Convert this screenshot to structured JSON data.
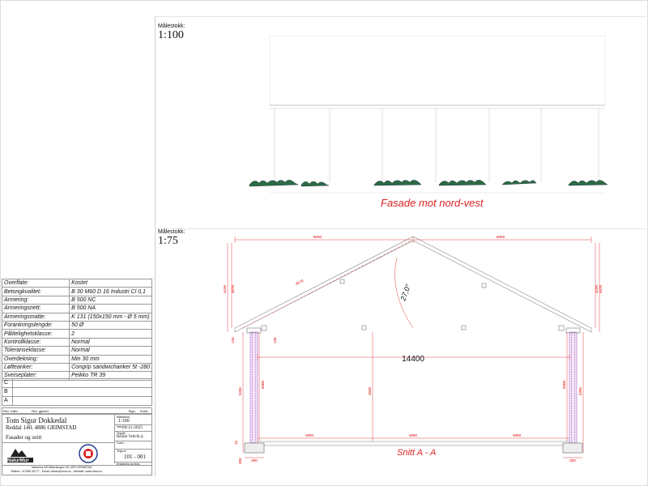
{
  "scales": [
    {
      "label": "Målestokk:",
      "value": "1:100"
    },
    {
      "label": "Målestokk:",
      "value": "1:75"
    }
  ],
  "facade": {
    "title": "Fasade mot nord-vest"
  },
  "section": {
    "title": "Snitt A - A",
    "angle": "27,0°",
    "dims": {
      "top_left": "8000",
      "top_right": "8000",
      "span": "14400",
      "slope": "8070",
      "left_h1": "4190",
      "left_h2": "4070",
      "right_h1": "4190",
      "right_h2": "4070",
      "left_col": "5000",
      "left_col2": "5285",
      "mid_h": "4500",
      "right_col": "5000",
      "right_col2": "5285",
      "bot_l": "4800",
      "bot_m": "4800",
      "bot_r": "4800",
      "foot_l": "600",
      "foot_r": "600",
      "small_a": "120",
      "small_b": "190",
      "small_c": "300",
      "small_d": "15"
    }
  },
  "spec": [
    {
      "k": "Overflate:",
      "v": "Kostet"
    },
    {
      "k": "Betongkvalitet:",
      "v": "B 30 M60 D 16 Industri Cl 0,1"
    },
    {
      "k": "Armering:",
      "v": "B 500 NC"
    },
    {
      "k": "Armeringsnett:",
      "v": "B 500 NA"
    },
    {
      "k": "Armeringsmatte:",
      "v": "K 131 (150x150 mm - Ø 5 mm)"
    },
    {
      "k": "Forankringslengde:",
      "v": "50 Ø"
    },
    {
      "k": "Pålitelighetsklasse:",
      "v": "2"
    },
    {
      "k": "Kontrollklasse:",
      "v": "Normal"
    },
    {
      "k": "Toleranseklasse:",
      "v": "Normal"
    },
    {
      "k": "Overdekning:",
      "v": "Min 30 mm"
    },
    {
      "k": "Løfteanker:",
      "v": "Congrip sandwichanker 5t -280"
    },
    {
      "k": "Sveiseplater:",
      "v": "Peikko TR 39"
    }
  ],
  "revisions": [
    "C",
    "B",
    "A"
  ],
  "rev_header": {
    "rev": "Rev.",
    "date": "Dato:",
    "text": "Rev. gjelder",
    "drawn": "Tegn.",
    "checked": "Kontr."
  },
  "titleblock": {
    "client": "Tom Sigur Dokkedal",
    "address": "Reddal 140, 4886 GRIMSTAD",
    "content": "Fasader og snitt",
    "scale_lbl": "Målestokk:",
    "scale": "1:100",
    "date_lbl": "Dato:",
    "date": "28/11-2025",
    "drawn_lbl": "Tegnet:",
    "drawn": "Reidar Vedvik jr.",
    "checked_lbl": "Kontr.:",
    "dwg_lbl": "Tegn.nr:",
    "dwg": "101 - 001",
    "replaces_lbl": "Erstatning av tegn.:",
    "company": "NaturMur",
    "footer1": "Naturmur AS Østerskogen 25, 4879 GRIMSTAD",
    "footer2": "Telefon: +47455 30777 - Email: reidar@nmur.no - Website: www.nmur.no"
  }
}
